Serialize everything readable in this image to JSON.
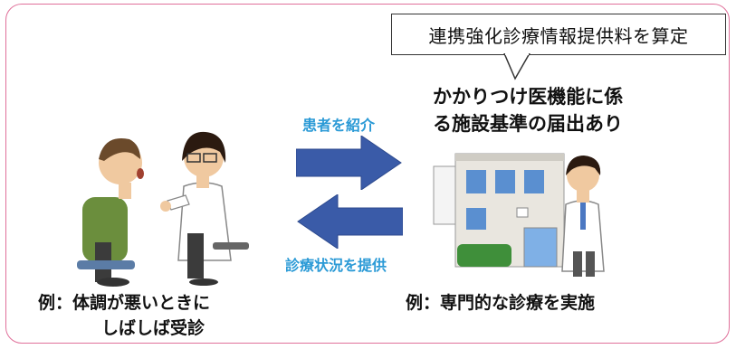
{
  "callout": {
    "text": "連携強化診療情報提供料を算定"
  },
  "facility": {
    "label_line1": "かかりつけ医機能に係",
    "label_line2": "る施設基準の届出あり"
  },
  "arrows": {
    "refer_label": "患者を紹介",
    "report_label": "診療状況を提供",
    "color": "#3a5ba8",
    "label_color": "#2b9ad6"
  },
  "captions": {
    "left_line1": "例：体調が悪いときに",
    "left_line2": "しばしば受診",
    "right": "例：専門的な診療を実施"
  },
  "colors": {
    "frame": "#e0709a"
  }
}
